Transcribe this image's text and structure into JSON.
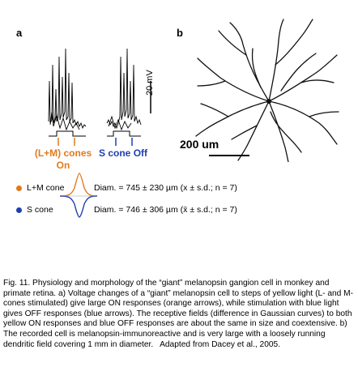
{
  "panel_a": {
    "label": "a",
    "scale_bar": "20 mV",
    "stimulus": {
      "lm_label_line1": "(L+M) cones",
      "lm_label_line2": "On",
      "s_label_line1": "S cone",
      "s_label_line2": "Off"
    },
    "legend": {
      "lm_name": "L+M cone",
      "lm_diam": "Diam. = 745 ± 230 µm (x ± s.d.; n = 7)",
      "s_name": "S cone",
      "s_diam": "Diam. = 746 ± 306 µm (x̄ ± s.d.; n = 7)"
    }
  },
  "panel_b": {
    "label": "b",
    "scale_bar": "200 um"
  },
  "colors": {
    "orange": "#e07a1f",
    "blue": "#1f3fb0"
  },
  "caption": "Fig. 11. Physiology and morphology of the “giant” melanopsin gangion cell in monkey and primate retina. a) Voltage changes of a “giant” melanopsin cell to steps of yellow light (L- and M-cones stimulated) give large ON responses (orange arrows), while stimulation with blue light gives OFF responses (blue arrows). The receptive fields (difference in Gaussian curves) to both yellow ON responses and blue OFF responses are about the same in size and coextensive. b) The recorded cell is melanopsin-immunoreactive and is very large with a loosely running dendritic field covering 1 mm in diameter.   Adapted from Dacey et al., 2005."
}
